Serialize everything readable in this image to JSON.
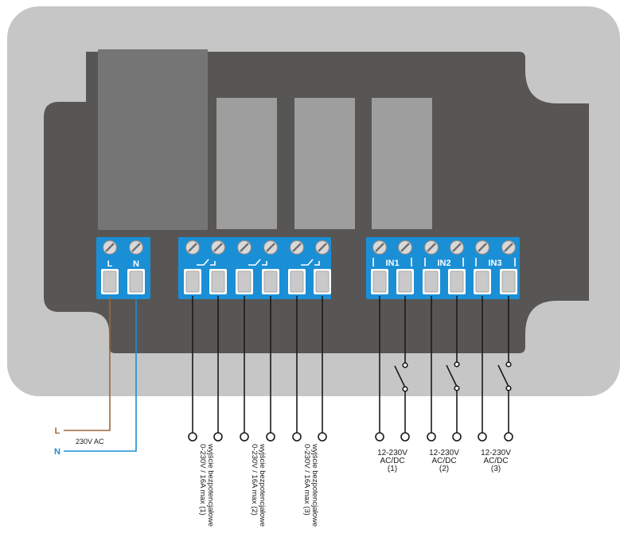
{
  "power": {
    "L": "L",
    "N": "N",
    "voltage": "230V AC",
    "wire_L_color": "#a0683a",
    "wire_N_color": "#1a8fd6"
  },
  "terminal_labels": {
    "L": "L",
    "N": "N",
    "in1": "IN1",
    "in2": "IN2",
    "in3": "IN3"
  },
  "outputs": [
    {
      "line1": "wyjście bezpotencjałowe",
      "line2": "0-230V / 16A max (1)"
    },
    {
      "line1": "wyjście bezpotencjałowe",
      "line2": "0-230V / 16A max (2)"
    },
    {
      "line1": "wyjście bezpotencjałowe",
      "line2": "0-230V / 16A max (3)"
    }
  ],
  "inputs": [
    {
      "line1": "12-230V",
      "line2": "AC/DC",
      "line3": "(1)"
    },
    {
      "line1": "12-230V",
      "line2": "AC/DC",
      "line3": "(2)"
    },
    {
      "line1": "12-230V",
      "line2": "AC/DC",
      "line3": "(3)"
    }
  ],
  "colors": {
    "housing_outer": "#c6c6c6",
    "housing_inner": "#575654",
    "relay": "#9e9e9e",
    "terminal": "#1a8fd6",
    "wire": "#1a1a1a"
  }
}
